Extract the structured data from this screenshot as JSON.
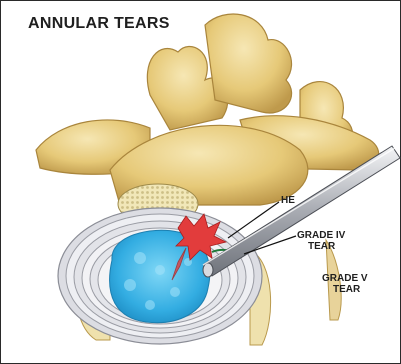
{
  "title": "ANNULAR TEARS",
  "labels": {
    "partial": "HE",
    "grade4_line1": "GRADE IV",
    "grade4_line2": "TEAR",
    "grade5_line1": "GRADE V",
    "grade5_line2": "TEAR"
  },
  "colors": {
    "bone": "#e8cf86",
    "bone_shadow": "#c9a75a",
    "annulus": "#e9e9ee",
    "nucleus": "#3cb6e8",
    "tear": "#e23c3c",
    "probe": "#b9bcc4"
  }
}
